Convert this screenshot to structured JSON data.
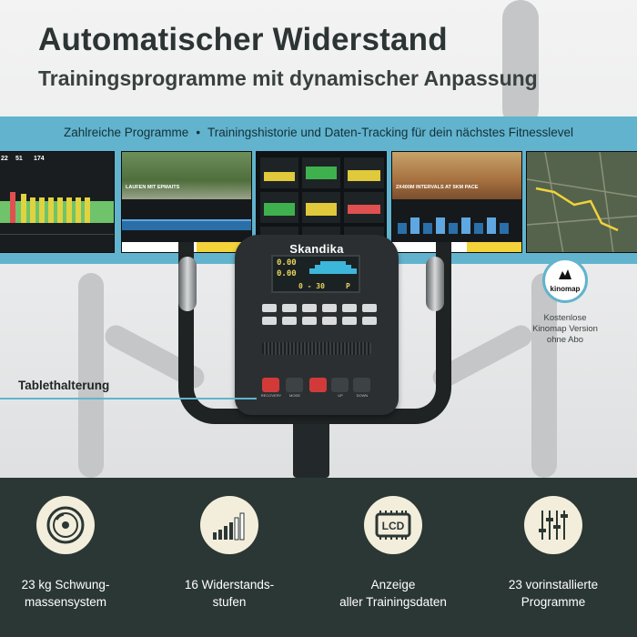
{
  "header": {
    "title": "Automatischer Widerstand",
    "subtitle": "Trainingsprogramme mit dynamischer Anpassung"
  },
  "band": {
    "left_text": "Zahlreiche Programme",
    "separator": "•",
    "right_text": "Trainingshistorie und Daten-Tracking für dein nächstes Fitnesslevel"
  },
  "screens": {
    "s1": {
      "v1": "22",
      "v2": "51",
      "v3": "174"
    },
    "s2": {
      "label": "LAUFEN MIT EPMAITS"
    },
    "s4": {
      "label": "2X400M INTERVALS AT 5KM PACE"
    }
  },
  "console": {
    "brand": "Skandika",
    "lcd_top": "0.00",
    "lcd_mid": "0.00",
    "lcd_bottom": "0 - 30",
    "lcd_p": "P",
    "keys": [
      "RECOVERY",
      "MODE",
      "",
      "UP",
      "DOWN"
    ]
  },
  "tablet_label": "Tablethalterung",
  "kinomap": {
    "name": "kinomap",
    "caption_1": "Kostenlose",
    "caption_2": "Kinomap Version",
    "caption_3": "ohne Abo"
  },
  "features": [
    {
      "line1": "23 kg Schwung-",
      "line2": "massensystem",
      "icon": "flywheel-icon"
    },
    {
      "line1": "16 Widerstands-",
      "line2": "stufen",
      "icon": "resistance-bars-icon"
    },
    {
      "line1": "Anzeige",
      "line2": "aller Trainingsdaten",
      "icon": "lcd-icon",
      "icon_text": "LCD"
    },
    {
      "line1": "23 vorinstallierte",
      "line2": "Programme",
      "icon": "sliders-icon"
    }
  ],
  "colors": {
    "accent": "#62b3cd",
    "dark_panel": "#2b3735",
    "icon_bg": "#f3eedb",
    "title": "#2c3533"
  }
}
